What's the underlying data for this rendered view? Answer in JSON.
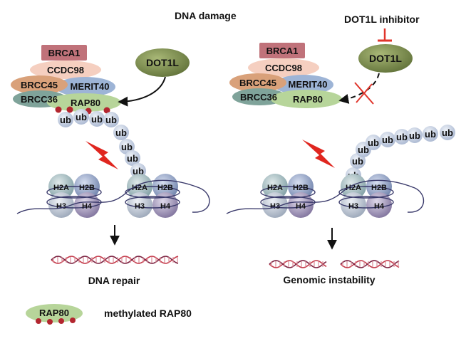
{
  "header": {
    "dna_damage": "DNA damage",
    "inhibitor": "DOT1L inhibitor"
  },
  "proteins": {
    "brca1": "BRCA1",
    "ccdc98": "CCDC98",
    "brcc45": "BRCC45",
    "merit40": "MERIT40",
    "brcc36": "BRCC36",
    "rap80": "RAP80",
    "dot1l": "DOT1L"
  },
  "ubiquitin": {
    "label": "ub"
  },
  "histones": {
    "h2a": "H2A",
    "h2b": "H2B",
    "h3": "H3",
    "h4": "H4"
  },
  "outcomes": {
    "left": "DNA repair",
    "right": "Genomic instability"
  },
  "legend": {
    "rap80": "RAP80",
    "description": "methylated RAP80"
  },
  "colors": {
    "brca1": "#c0727a",
    "ccdc98": "#f5cfc0",
    "brcc45": "#d9a17a",
    "merit40": "#9db4d6",
    "brcc36": "#7fa39a",
    "rap80": "#b7d59a",
    "dot1l": "#7e9048",
    "ub": "#c9d3e6",
    "methyl": "#b3262f",
    "inhibit": "#e0352b",
    "lightning": "#e0261f",
    "h2a": "#9fb8bd",
    "h2b": "#8e9fc2",
    "h3": "#b6c1cf",
    "h4": "#9f94b6"
  }
}
